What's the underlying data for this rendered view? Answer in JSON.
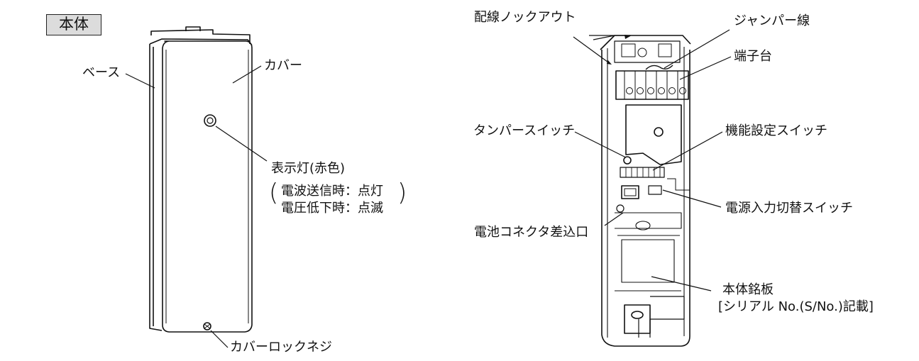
{
  "title": "本体",
  "left_device": {
    "labels": {
      "base": "ベース",
      "cover": "カバー",
      "indicator": "表示灯(赤色)",
      "indicator_note_1": "電波送信時：点灯",
      "indicator_note_2": "電圧低下時：点滅",
      "cover_lock_screw": "カバーロックネジ"
    }
  },
  "right_device": {
    "labels": {
      "wiring_knockout": "配線ノックアウト",
      "jumper_wire": "ジャンパー線",
      "terminal_block": "端子台",
      "tamper_switch": "タンパースイッチ",
      "function_switch": "機能設定スイッチ",
      "battery_connector": "電池コネクタ差込口",
      "power_input_switch": "電源入力切替スイッチ",
      "nameplate": "本体銘板",
      "nameplate_note": "[シリアル No.(S/No.)記載]"
    }
  }
}
